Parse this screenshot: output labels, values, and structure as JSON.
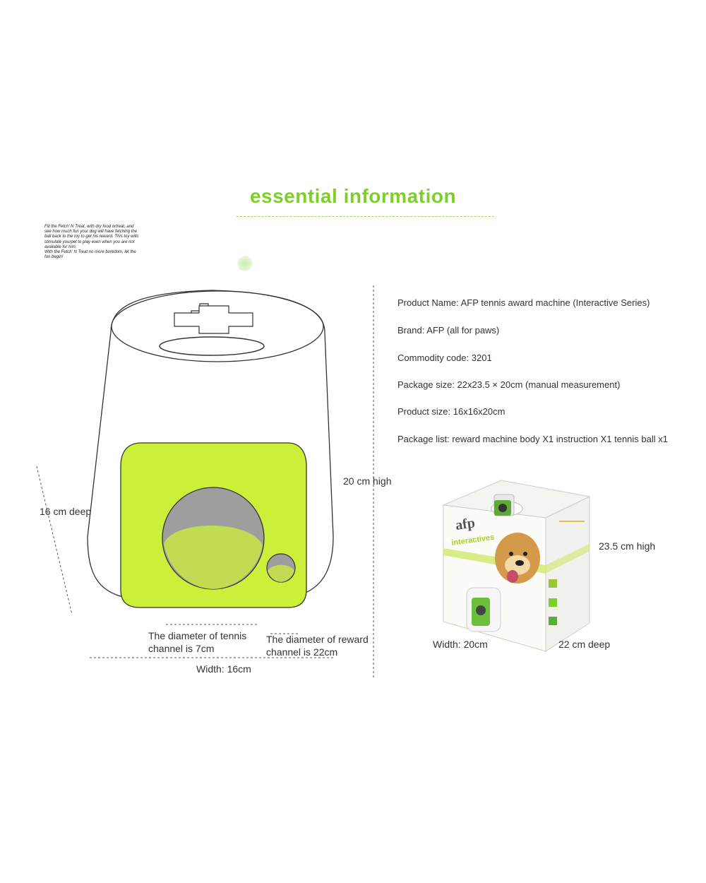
{
  "header": {
    "title": "essential information"
  },
  "blurb": "Fill the Fetch' N Treat, with dry food ortreat, and\nsee how much fun your dog will have fetching the\nball back to the toy to get his reward. This toy wills\nstimulate yourpet to play even when you are not\navailable for him.\nWith the Fetch' N Treat no more boredom, let the\nfun begin!",
  "specs": [
    "Product Name: AFP tennis award machine (Interactive Series)",
    "Brand: AFP (all for paws)",
    "Commodity code: 3201",
    "Package size: 22x23.5 × 20cm (manual measurement)",
    "Product size: 16x16x20cm",
    "Package list: reward machine body X1 instruction X1 tennis ball x1"
  ],
  "product_dims": {
    "height": "20 cm high",
    "depth": "16 cm deep",
    "width": "Width: 16cm",
    "tennis_channel_line1": "The diameter of tennis",
    "tennis_channel_line2": "channel is 7cm",
    "reward_channel_line1": "The diameter of reward",
    "reward_channel_line2": "channel is 22cm"
  },
  "package_dims": {
    "height": "23.5 cm high",
    "width": "Width: 20cm",
    "depth": "22 cm deep"
  },
  "box_art": {
    "brand_logo": "afp",
    "series": "interactives"
  },
  "colors": {
    "accent_green": "#7fcf2a",
    "machine_green": "#ccf03a",
    "hole_gray": "#9e9e9e"
  }
}
